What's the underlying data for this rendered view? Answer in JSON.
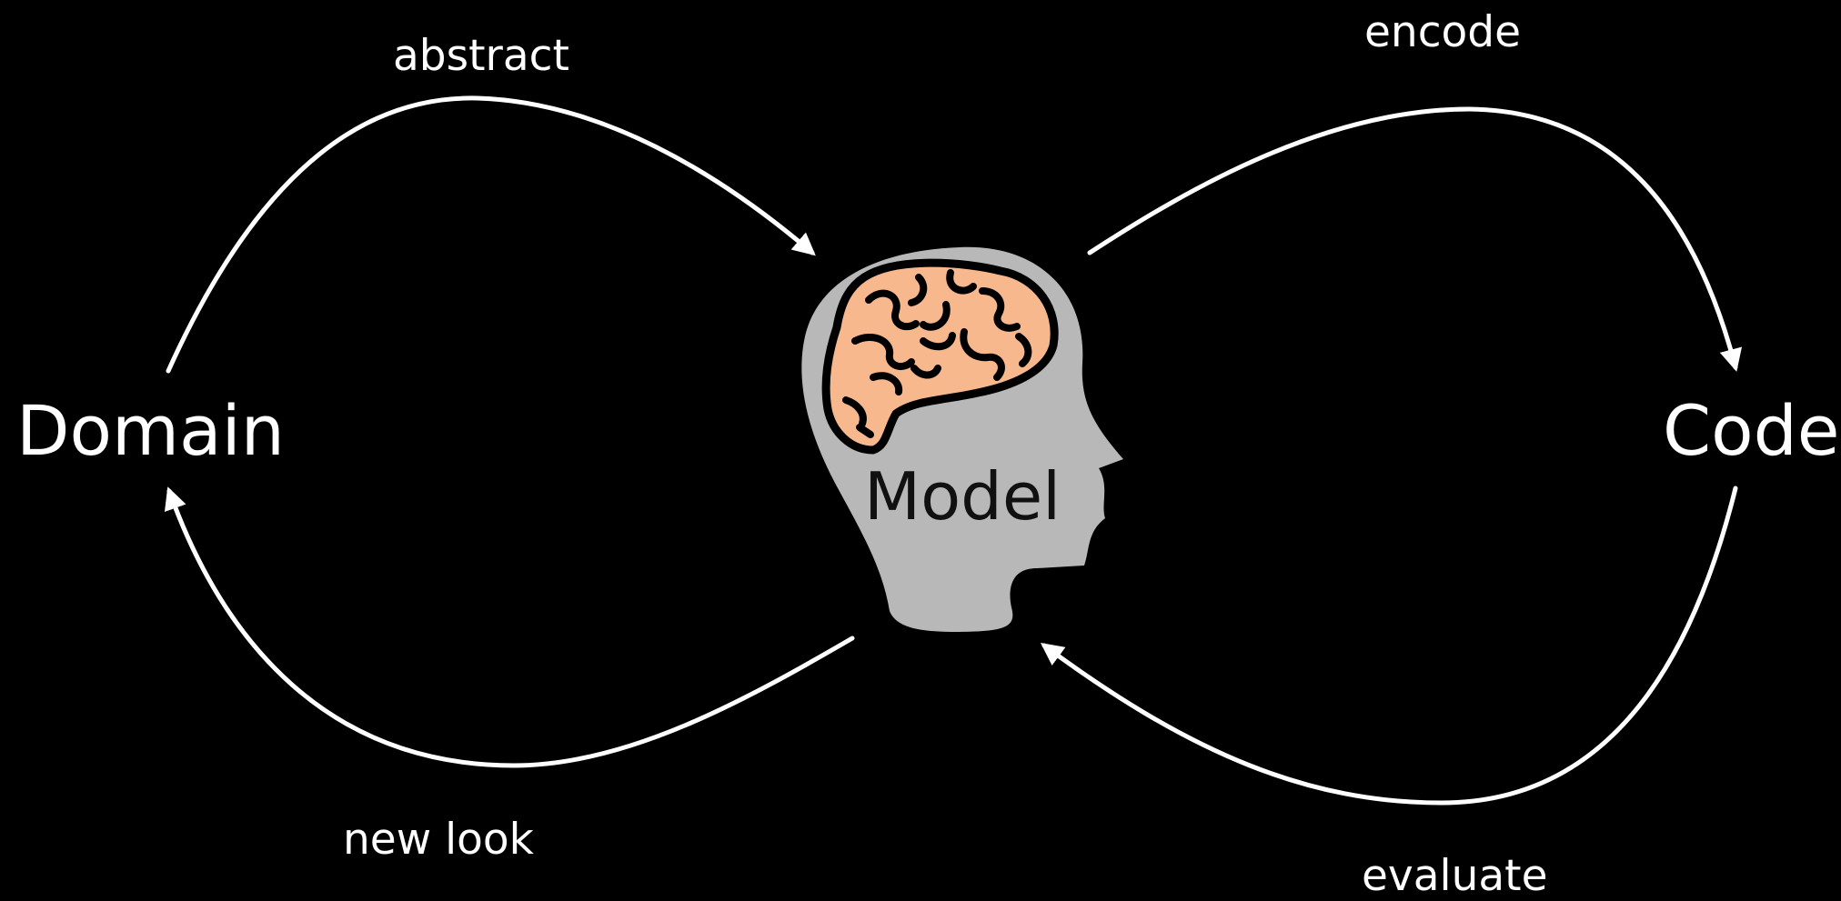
{
  "nodes": {
    "domain": "Domain",
    "model": "Model",
    "code": "Code"
  },
  "edges": {
    "abstract": "abstract",
    "encode": "encode",
    "evaluate": "evaluate",
    "new_look": "new look"
  },
  "icons": {
    "head": "head-silhouette-icon",
    "brain": "brain-icon"
  },
  "colors": {
    "background": "#000000",
    "arrow": "#ffffff",
    "head": "#b8b8b8",
    "brain": "#f7b88e",
    "brain_outline": "#000000"
  }
}
